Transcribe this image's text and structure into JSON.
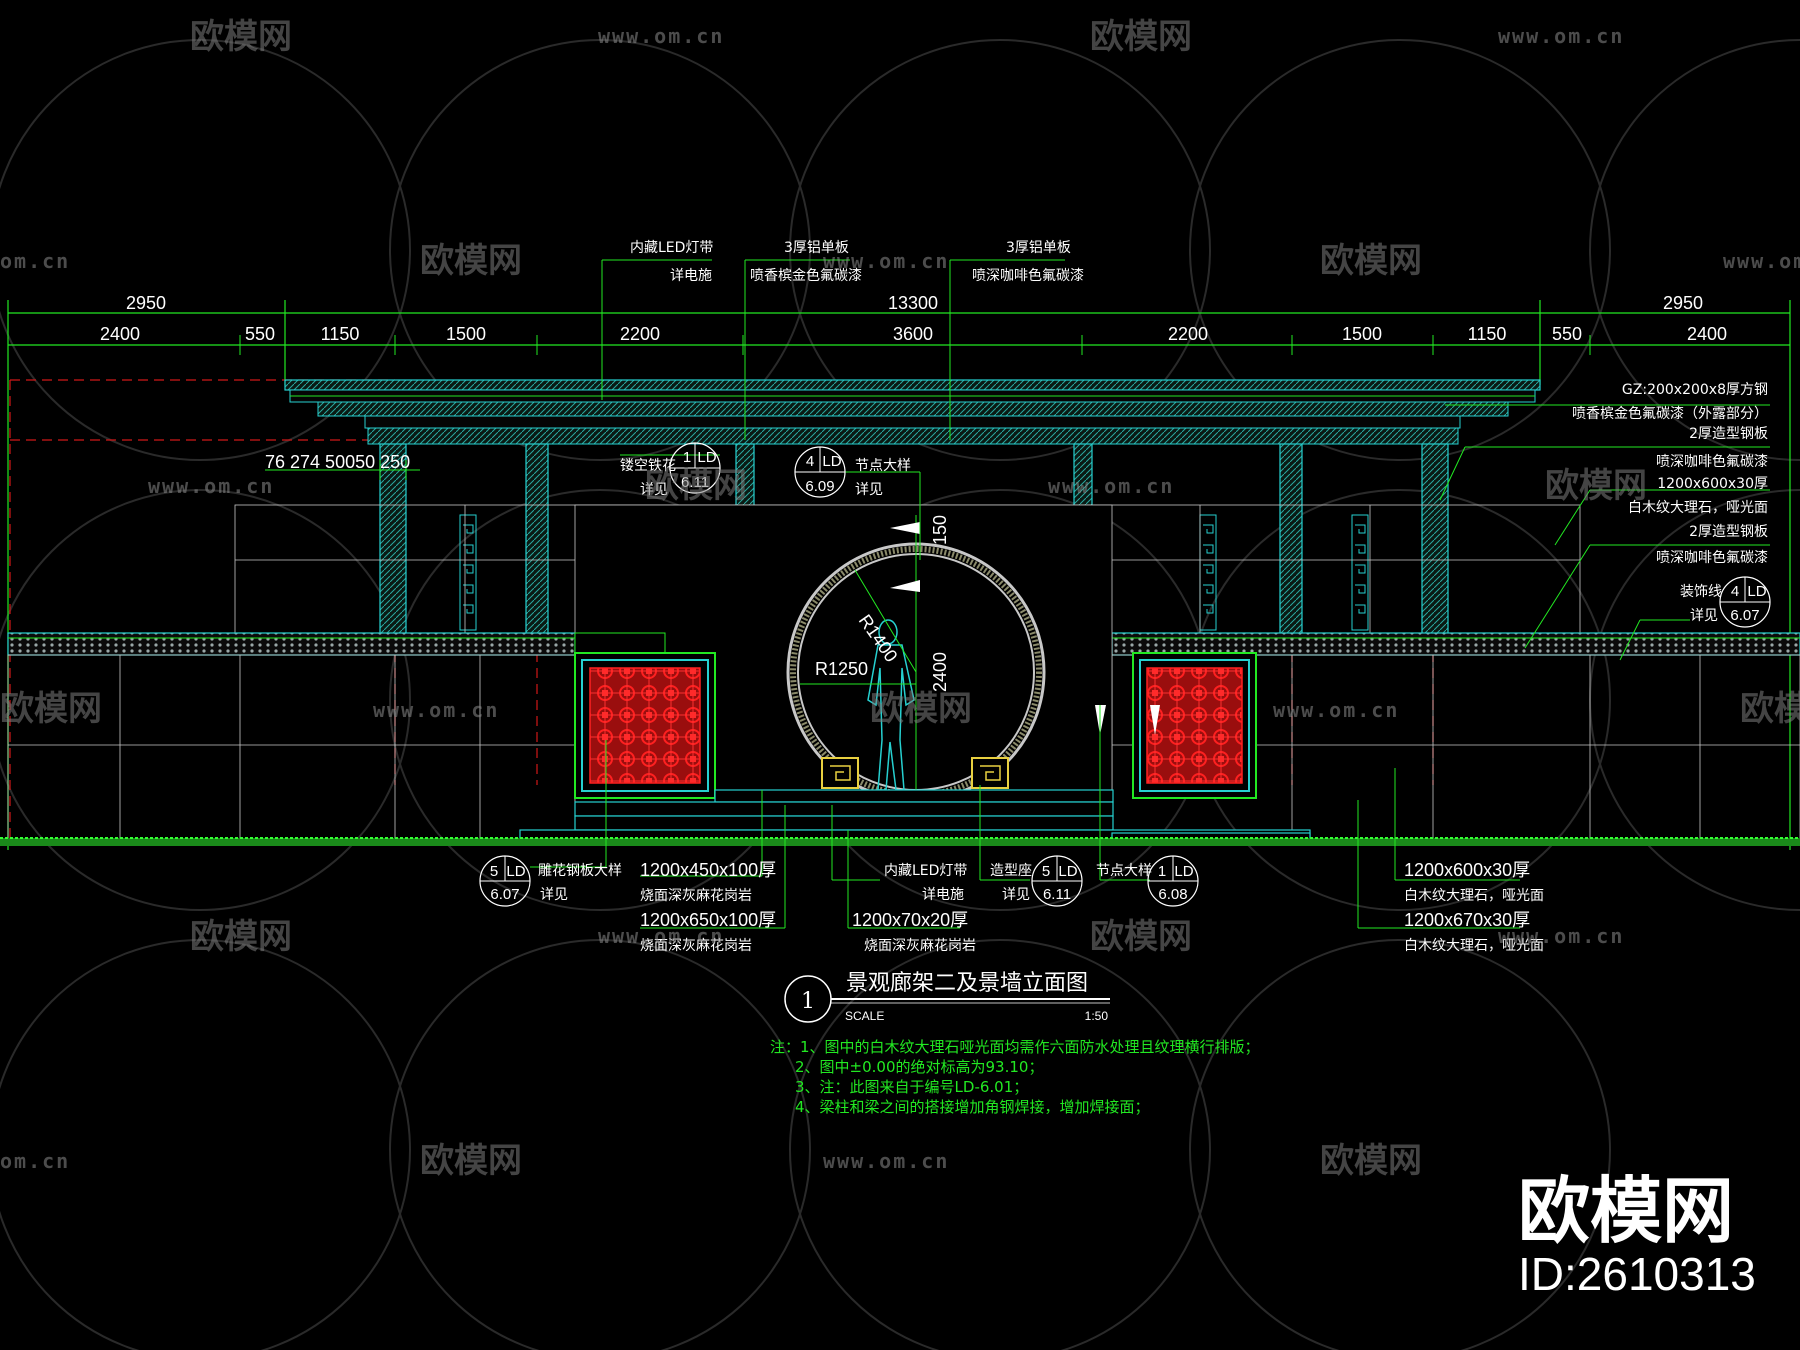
{
  "watermark": {
    "brand": "欧模网",
    "url": "www.om.cn",
    "url_partial": "om.cn"
  },
  "dims": {
    "top": [
      "2950",
      "13300",
      "2950"
    ],
    "row2": [
      "2400",
      "550",
      "1150",
      "1500",
      "2200",
      "3600",
      "2200",
      "1500",
      "1150",
      "550",
      "2400"
    ],
    "small": "76 274 50050   250",
    "v150": "150",
    "v2400": "2400",
    "r1400": "R1400",
    "r1250": "R1250"
  },
  "callouts_top": [
    {
      "l1": "内藏LED灯带",
      "l2": "详电施"
    },
    {
      "l1": "3厚铝单板",
      "l2": "喷香槟金色氟碳漆"
    },
    {
      "l1": "3厚铝单板",
      "l2": "喷深咖啡色氟碳漆"
    }
  ],
  "callouts_right": [
    "GZ:200x200x8厚方钢",
    "喷香槟金色氟碳漆（外露部分）",
    "2厚造型钢板",
    "喷深咖啡色氟碳漆",
    "1200x600x30厚",
    "白木纹大理石，哑光面",
    "2厚造型钢板",
    "喷深咖啡色氟碳漆"
  ],
  "bubbles": {
    "hollow": {
      "label": "镂空铁花",
      "see": "详见",
      "num": "1",
      "code": "LD",
      "sheet": "6.11"
    },
    "node_top": {
      "label": "节点大样",
      "see": "详见",
      "num": "4",
      "code": "LD",
      "sheet": "6.09"
    },
    "deco": {
      "label": "装饰线",
      "see": "详见",
      "num": "4",
      "code": "LD",
      "sheet": "6.07"
    },
    "carved": {
      "label": "雕花钢板大样",
      "see": "详见",
      "num": "5",
      "code": "LD",
      "sheet": "6.07"
    },
    "seat": {
      "label": "造型座",
      "see": "详见",
      "num": "5",
      "code": "LD",
      "sheet": "6.11"
    },
    "node_bottom": {
      "label": "节点大样",
      "num": "1",
      "code": "LD",
      "sheet": "6.08"
    }
  },
  "callouts_bottom": {
    "step1a": "1200x450x100厚",
    "step1b": "烧面深灰麻花岗岩",
    "step2a": "1200x650x100厚",
    "step2b": "烧面深灰麻花岗岩",
    "led1": "内藏LED灯带",
    "led2": "详电施",
    "stone1": "1200x70x20厚",
    "stone2": "烧面深灰麻花岗岩",
    "marble1a": "1200x600x30厚",
    "marble1b": "白木纹大理石，哑光面",
    "marble2a": "1200x670x30厚",
    "marble2b": "白木纹大理石，哑光面"
  },
  "title_block": {
    "num": "1",
    "title": "景观廊架二及景墙立面图",
    "scale_label": "SCALE",
    "scale": "1:50"
  },
  "notes": [
    "注：1、图中的白木纹大理石哑光面均需作六面防水处理且纹理横行排版；",
    "2、图中±0.00的绝对标高为93.10；",
    "3、注：此图来自于编号LD-6.01；",
    "4、梁柱和梁之间的搭接增加角钢焊接，增加焊接面；"
  ],
  "brand": {
    "name": "欧模网",
    "id": "ID:2610313"
  },
  "colors": {
    "bg": "#000000",
    "green": "#22e822",
    "cyan": "#26d0d0",
    "red": "#d01818",
    "white": "#ffffff"
  }
}
